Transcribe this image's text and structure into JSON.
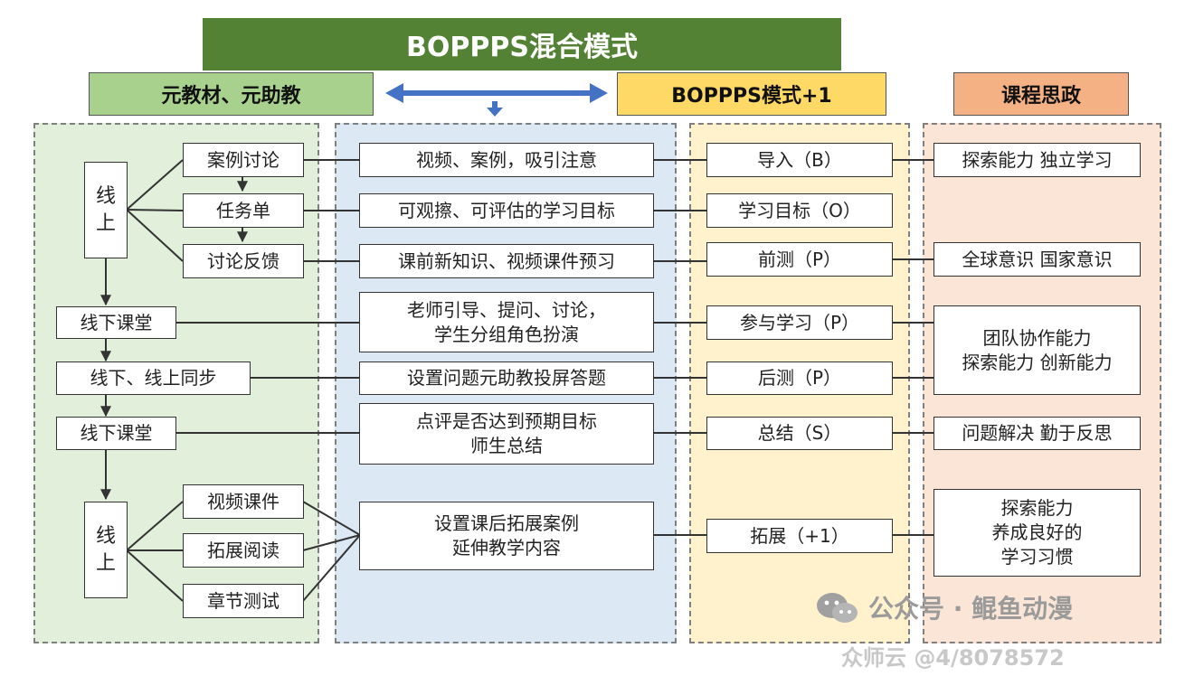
{
  "title": "BOPPPS混合模式",
  "headers": {
    "col1": "元教材、元助教",
    "col3": "BOPPPS模式+1",
    "col4": "课程思政"
  },
  "colors": {
    "title_bg": "#548235",
    "col1_header": "#a9d18e",
    "col1_panel": "#e2efda",
    "col2_panel": "#dde8f5",
    "col3_header": "#ffd966",
    "col3_panel": "#fff2cc",
    "col4_header": "#f4b183",
    "col4_panel": "#fbe5d6",
    "arrow": "#4472c4"
  },
  "col1": {
    "online1": [
      "线",
      "上"
    ],
    "online1_items": [
      "案例讨论",
      "任务单",
      "讨论反馈"
    ],
    "offline1": "线下课堂",
    "sync": "线下、线上同步",
    "offline2": "线下课堂",
    "online2": [
      "线",
      "上"
    ],
    "online2_items": [
      "视频课件",
      "拓展阅读",
      "章节测试"
    ]
  },
  "col2": [
    "视频、案例，吸引注意",
    "可观擦、可评估的学习目标",
    "课前新知识、视频课件预习",
    "老师引导、提问、讨论，\n学生分组角色扮演",
    "设置问题元助教投屏答题",
    "点评是否达到预期目标\n师生总结",
    "设置课后拓展案例\n延伸教学内容"
  ],
  "col3": [
    "导入（B）",
    "学习目标（O）",
    "前测（P）",
    "参与学习（P）",
    "后测（P）",
    "总结（S）",
    "拓展（+1）"
  ],
  "col4": [
    "探索能力 独立学习",
    "全球意识 国家意识",
    "团队协作能力\n探索能力 创新能力",
    "问题解决 勤于反思",
    "探索能力\n养成良好的\n学习习惯"
  ],
  "watermark": {
    "wechat": "公众号 · 鲲鱼动漫",
    "bottom": "众师云 @4/8078572"
  }
}
